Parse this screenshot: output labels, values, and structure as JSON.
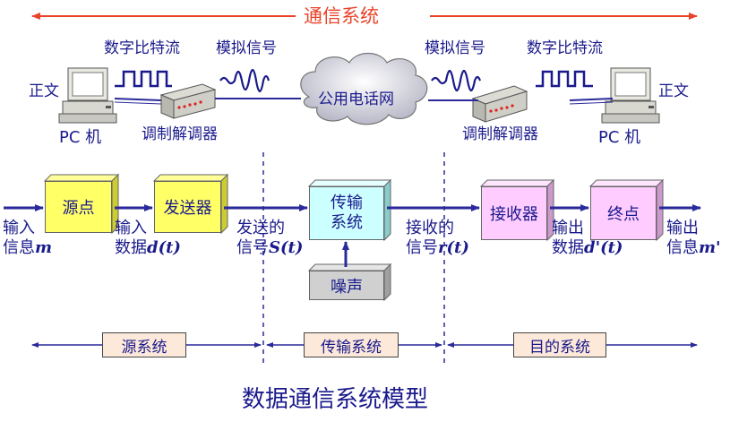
{
  "top": {
    "title": "通信系统",
    "left_pc": "PC 机",
    "right_pc": "PC 机",
    "left_text": "正文",
    "right_text": "正文",
    "left_bitstream": "数字比特流",
    "right_bitstream": "数字比特流",
    "left_analog": "模拟信号",
    "right_analog": "模拟信号",
    "network": "公用电话网",
    "left_modem": "调制解调器",
    "right_modem": "调制解调器"
  },
  "blocks": {
    "source": "源点",
    "transmitter": "发送器",
    "channel_l1": "传输",
    "channel_l2": "系统",
    "noise": "噪声",
    "receiver": "接收器",
    "destination": "终点"
  },
  "labels": {
    "in_info_l1": "输入",
    "in_info_l2": "信息",
    "in_info_sig": "m",
    "in_data_l1": "输入",
    "in_data_l2": "数据",
    "in_data_sig": "d(t)",
    "sent_l1": "发送的",
    "sent_l2": "信号",
    "sent_sig": "S(t)",
    "recv_l1": "接收的",
    "recv_l2": "信号",
    "recv_sig": "r(t)",
    "out_data_l1": "输出",
    "out_data_l2": "数据",
    "out_data_sig": "d'(t)",
    "out_info_l1": "输出",
    "out_info_l2": "信息",
    "out_info_sig": "m'"
  },
  "systems": {
    "source_system": "源系统",
    "transmission_system": "传输系统",
    "destination_system": "目的系统"
  },
  "caption": "数据通信系统模型",
  "colors": {
    "text": "#1a1a8c",
    "title_red": "#e8442a",
    "arrow_blue": "#2a2a9a",
    "yellow_block": "#ffff66",
    "cyan_block": "#ccffff",
    "pink_block": "#ffccff",
    "gray_block": "#d0d0d0",
    "system_fill": "#fde9d9"
  }
}
